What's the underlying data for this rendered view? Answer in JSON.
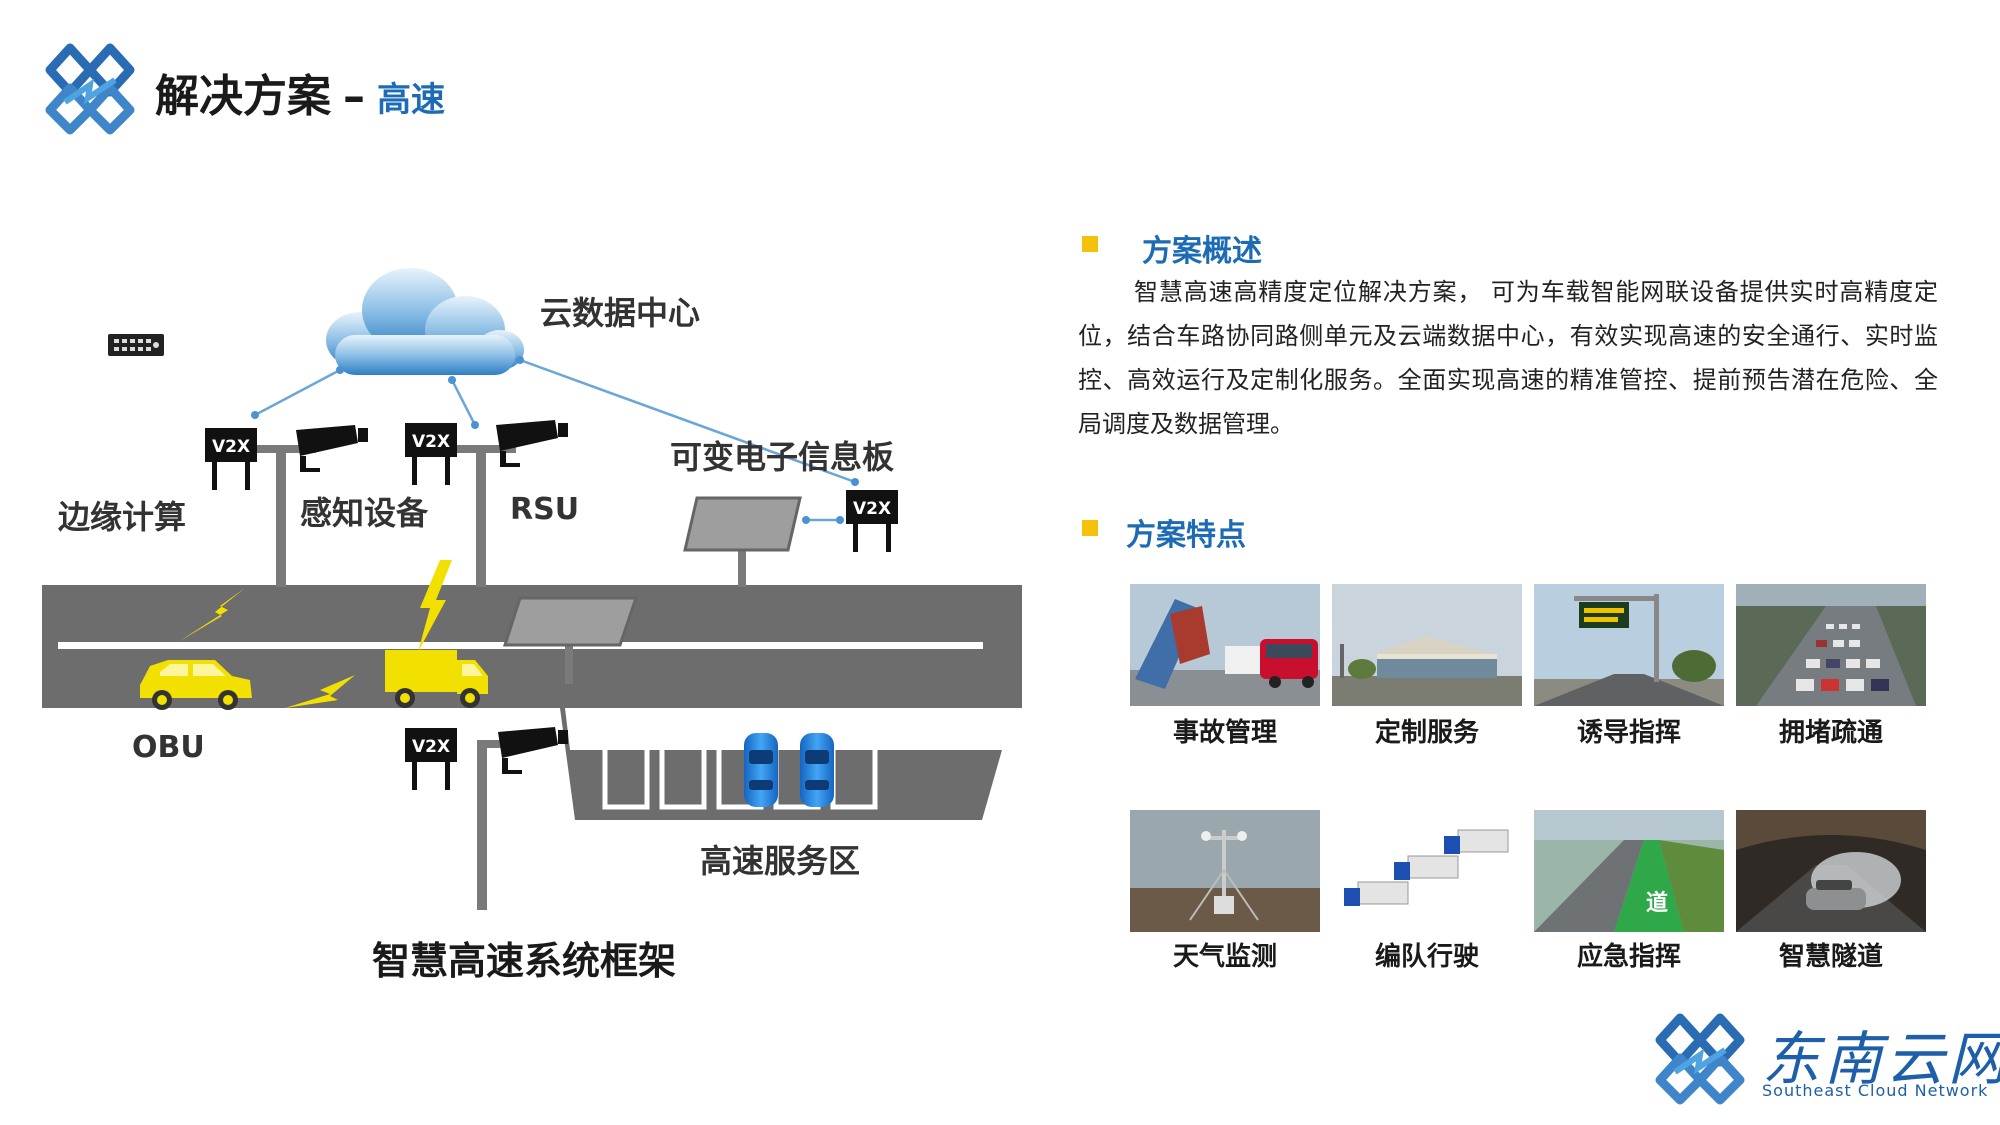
{
  "header": {
    "title": "解决方案",
    "dash": "–",
    "subtitle": "高速"
  },
  "diagram": {
    "title": "智慧高速系统框架",
    "labels": {
      "cloud": "云数据中心",
      "edge": "边缘计算",
      "sensor": "感知设备",
      "rsu": "RSU",
      "sign": "可变电子信息板",
      "obu": "OBU",
      "service": "高速服务区",
      "v2x": "V2X"
    }
  },
  "overview": {
    "title": "方案概述",
    "text": "智慧高速高精度定位解决方案， 可为车载智能网联设备提供实时高精度定位，结合车路协同路侧单元及云端数据中心，有效实现高速的安全通行、实时监控、高效运行及定制化服务。全面实现高速的精准管控、提前预告潜在危险、全局调度及数据管理。"
  },
  "features": {
    "title": "方案特点",
    "items": [
      {
        "label": "事故管理",
        "icon": "accident-photo"
      },
      {
        "label": "定制服务",
        "icon": "service-area-photo"
      },
      {
        "label": "诱导指挥",
        "icon": "guidance-sign-photo"
      },
      {
        "label": "拥堵疏通",
        "icon": "traffic-jam-photo"
      },
      {
        "label": "天气监测",
        "icon": "weather-station-photo"
      },
      {
        "label": "编队行驶",
        "icon": "truck-platoon-photo"
      },
      {
        "label": "应急指挥",
        "icon": "emergency-lane-photo"
      },
      {
        "label": "智慧隧道",
        "icon": "tunnel-photo"
      }
    ]
  },
  "brand": {
    "name_cn": "东南云网",
    "name_en": "Southeast Cloud Network"
  },
  "colors": {
    "accent": "#1d6bb5",
    "bullet": "#f4c20d",
    "road": "#6d6d6d",
    "vehicle": "#f2e000",
    "car_blue": "#1e8be0"
  }
}
